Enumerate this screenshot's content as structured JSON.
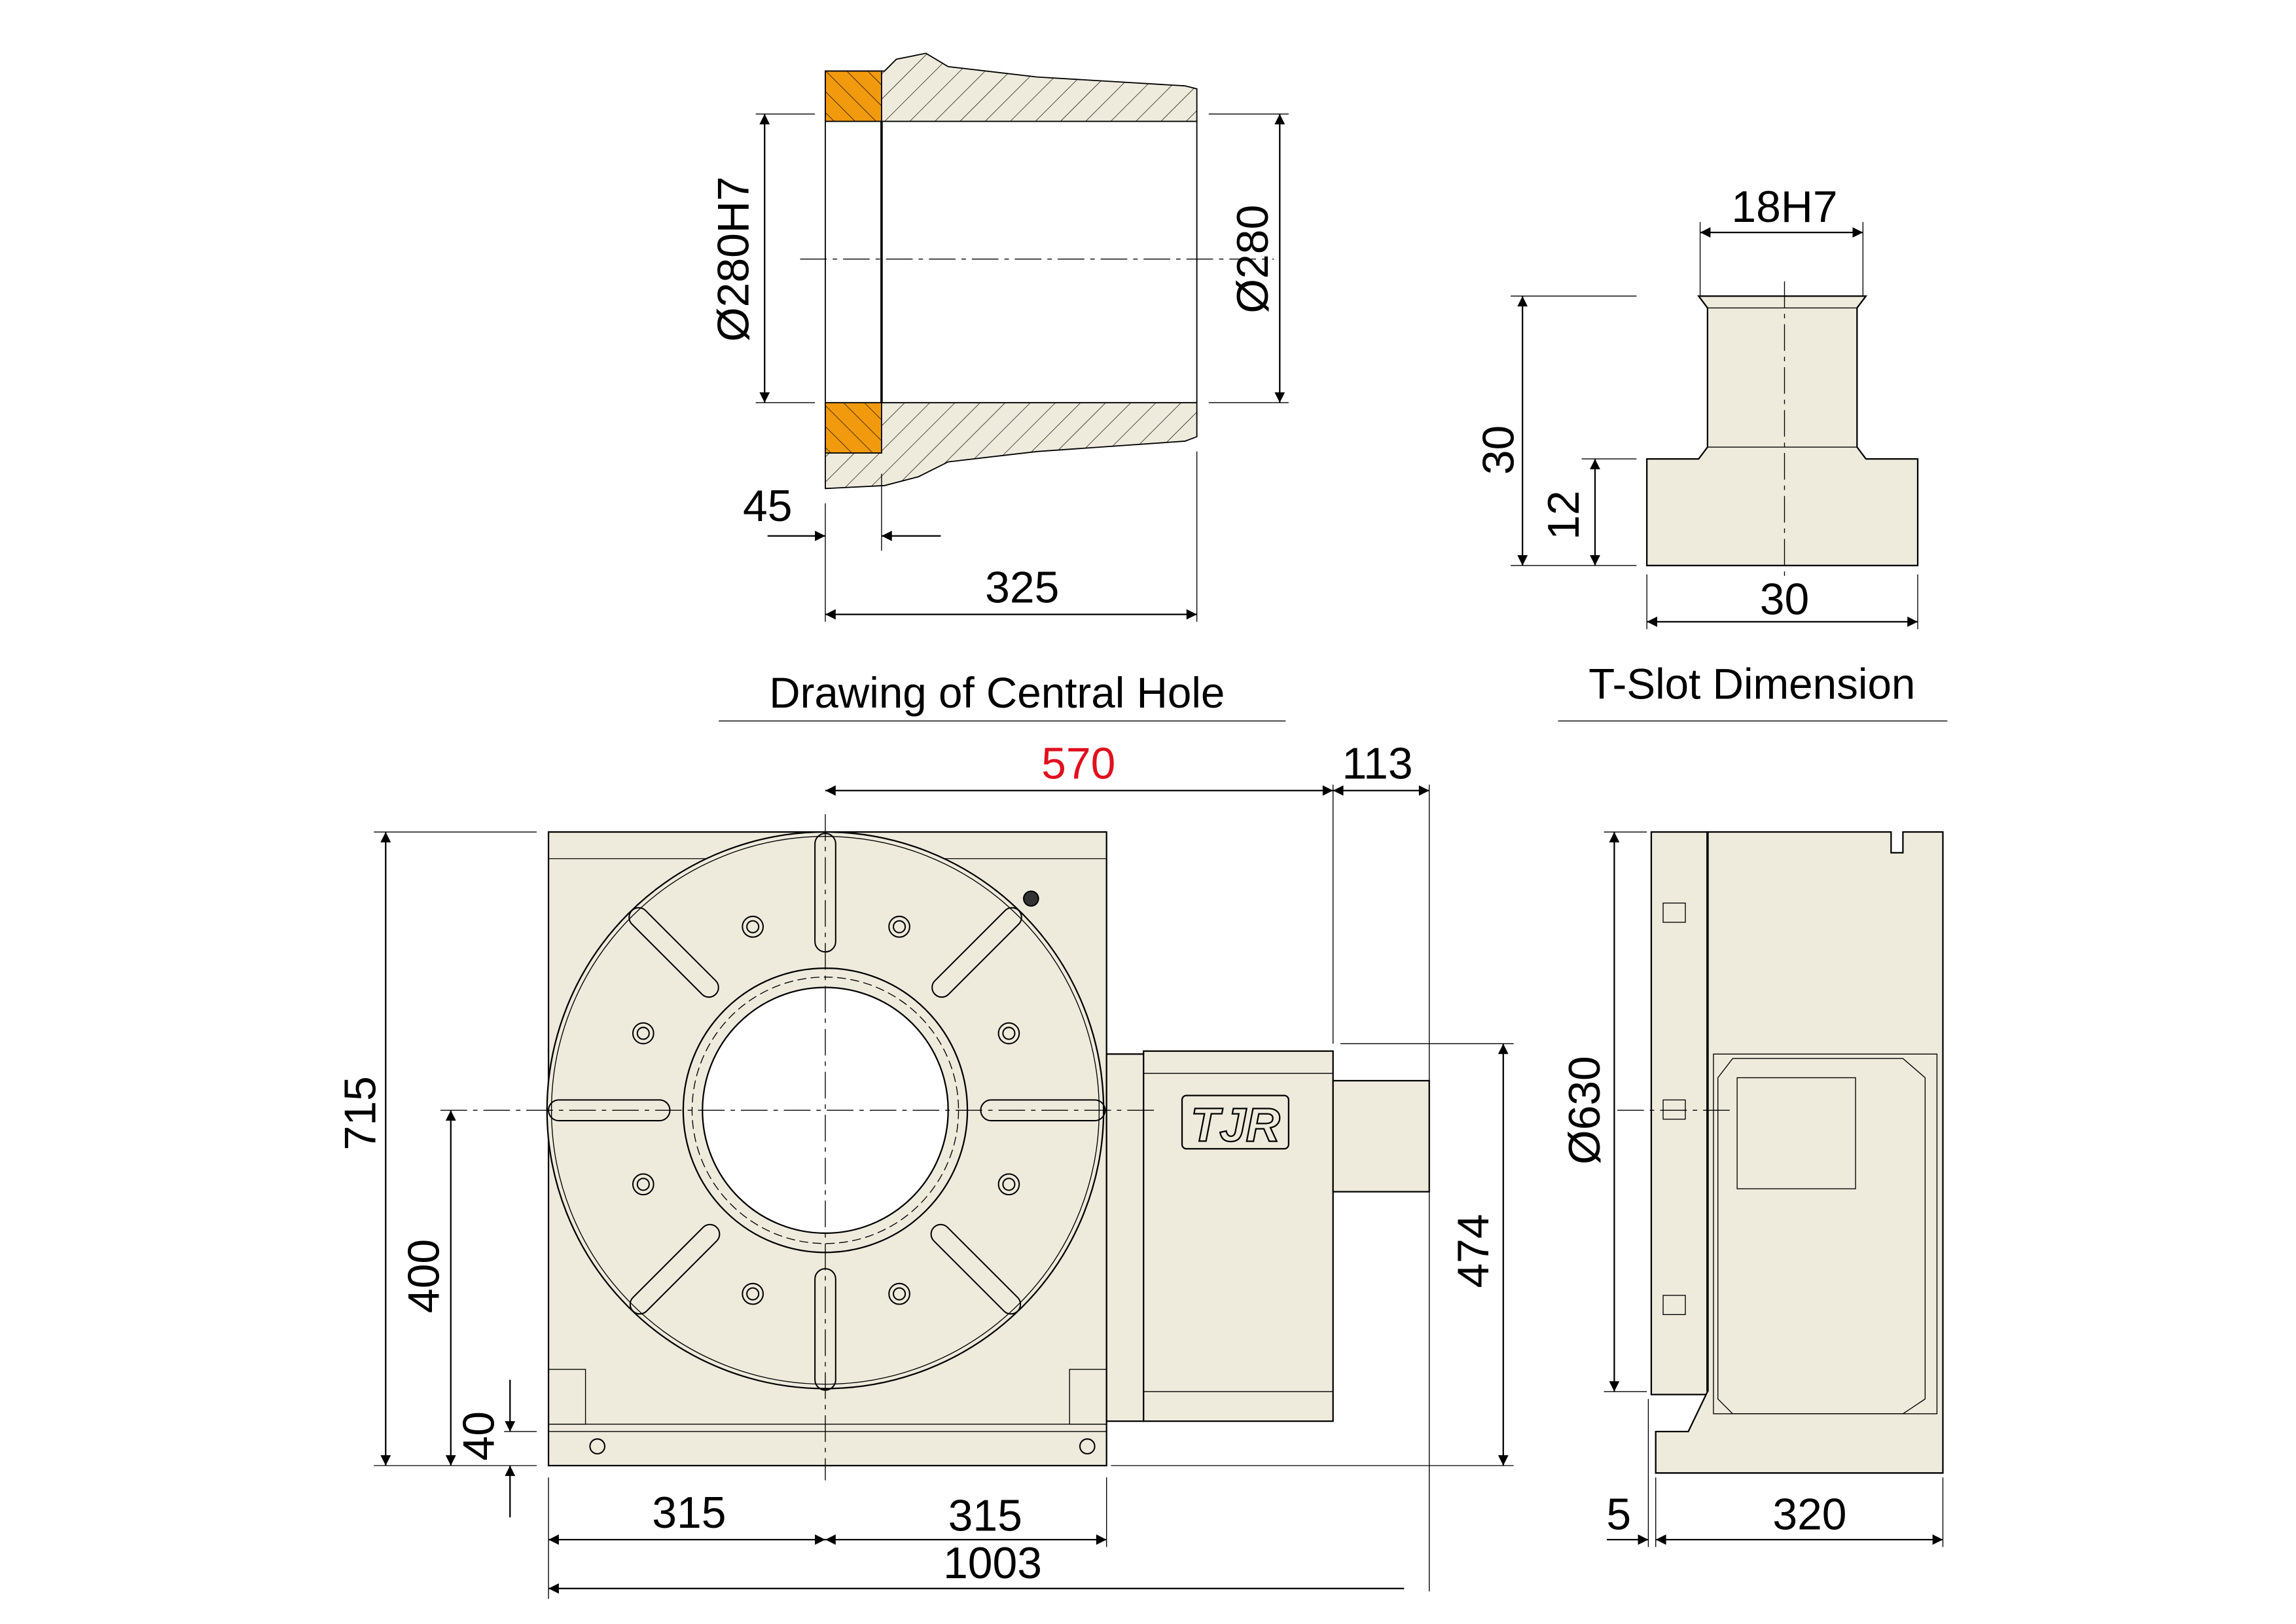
{
  "colors": {
    "body_fill": "#eeebdd",
    "bushing_fill": "#f29a0e",
    "highlight_dim": "#e0101e",
    "line": "#000000"
  },
  "central_hole": {
    "title": "Drawing of Central Hole",
    "dim_bore": "Ø280H7",
    "dim_outer": "Ø280",
    "dim_flange": "45",
    "dim_length": "325"
  },
  "t_slot": {
    "title": "T-Slot Dimension",
    "dim_top_width": "18H7",
    "dim_total_height": "30",
    "dim_base_height": "12",
    "dim_base_width": "30"
  },
  "front_view": {
    "dim_center_to_motor": "570",
    "dim_motor_overhang": "113",
    "dim_total_height": "715",
    "dim_center_height": "400",
    "dim_base_thickness": "40",
    "dim_motor_height": "474",
    "dim_half_width_left": "315",
    "dim_half_width_right": "315",
    "dim_total_width": "1003",
    "brand_logo": "TJR"
  },
  "side_view": {
    "dim_table_diameter": "Ø630",
    "dim_offset": "5",
    "dim_depth": "320"
  }
}
